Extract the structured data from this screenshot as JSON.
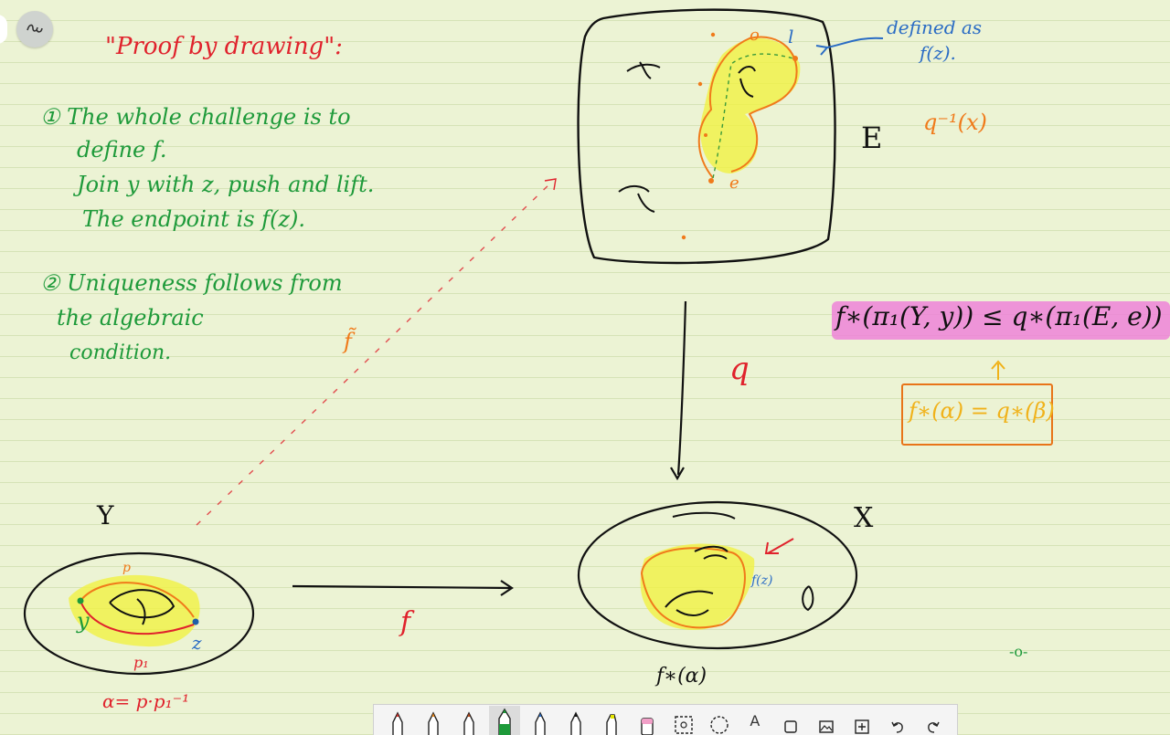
{
  "toolbar": {
    "tools": [
      {
        "icon": "pen-red-icon"
      },
      {
        "icon": "pen-orange-icon"
      },
      {
        "icon": "pen-brown-icon"
      },
      {
        "icon": "pen-green-icon"
      },
      {
        "icon": "pen-blue-icon"
      },
      {
        "icon": "pen-black-icon"
      },
      {
        "icon": "highlighter-icon"
      },
      {
        "icon": "eraser-icon"
      },
      {
        "icon": "lasso-select-icon"
      },
      {
        "icon": "shape-select-icon"
      },
      {
        "icon": "text-tool-icon",
        "glyph": "A"
      },
      {
        "icon": "shape-icon"
      },
      {
        "icon": "image-icon"
      },
      {
        "icon": "add-space-icon"
      },
      {
        "icon": "undo-icon"
      },
      {
        "icon": "redo-icon"
      }
    ]
  },
  "notes": {
    "heading": "\"Proof by drawing\":",
    "item1_line1": "① The  whole  challenge  is  to",
    "item1_line2": "define  f.",
    "item1_line3": "Join   y with z,  push  and lift.",
    "item1_line4": "The  endpoint  is   f(z).",
    "item2_line1": "② Uniqueness  follows  from",
    "item2_line2": "the   algebraic",
    "item2_line3": "condition."
  },
  "diagram": {
    "label_E": "E",
    "label_q_inverse": "q⁻¹(x)",
    "defined_as_line1": "defined  as",
    "defined_as_line2": "f(z).",
    "label_e": "e",
    "label_l": "l",
    "label_o": "o",
    "map_q": "q",
    "map_f": "f",
    "lift_f_tilde": "f̃",
    "label_X": "X",
    "label_Y": "Y",
    "label_y": "y",
    "label_z": "z",
    "label_p": "p",
    "label_p1": "p₁",
    "alpha_def": "α= p·p₁⁻¹",
    "f_alpha": "f∗(α)",
    "f_of_z": "f(z)",
    "subgroup_condition": "f∗(π₁(Y, y)) ≤ q∗(π₁(E, e))",
    "boxed_equation": "f∗(α) = q∗(β)",
    "dash_mark": "-o-"
  },
  "colors": {
    "paper": "#ecf3d4",
    "red": "#e0222c",
    "green": "#1e9a3a",
    "blue": "#2a6cc4",
    "orange": "#f07a1a",
    "highlight_yellow": "#f2f23a",
    "highlight_pink": "#ee82d8"
  }
}
